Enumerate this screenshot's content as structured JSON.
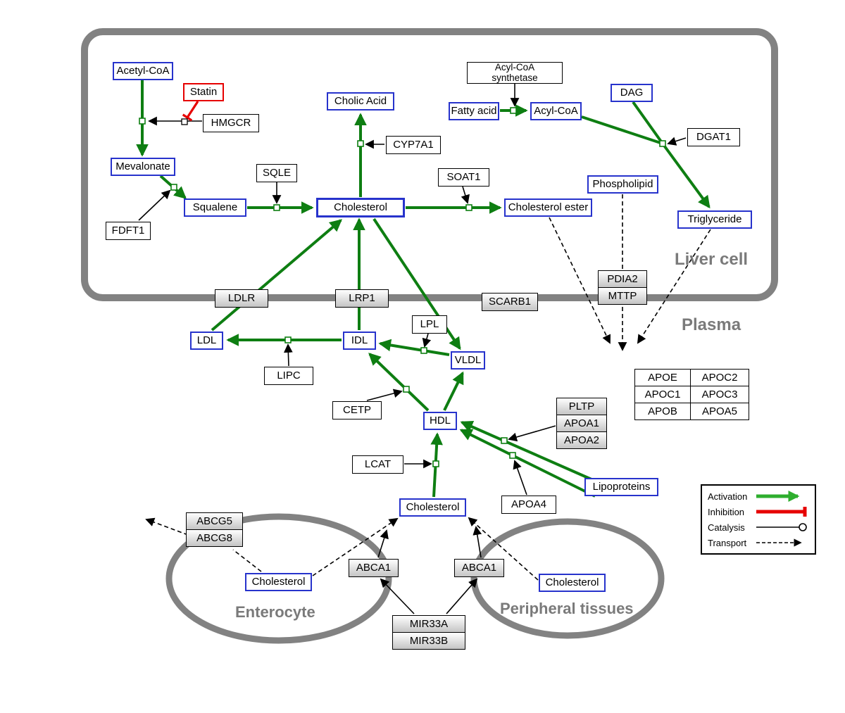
{
  "colors": {
    "activation_green": "#2eae2e",
    "edge_green": "#0e7e12",
    "inhibition_red": "#e60000",
    "metabolite_border_blue": "#2733cc",
    "membrane_gray": "#808080"
  },
  "compartments": {
    "liver_cell": "Liver cell",
    "plasma": "Plasma",
    "enterocyte": "Enterocyte",
    "peripheral_tissues": "Peripheral tissues"
  },
  "legend": {
    "activation": "Activation",
    "inhibition": "Inhibition",
    "catalysis": "Catalysis",
    "transport": "Transport"
  },
  "nodes": {
    "acetyl_coa": "Acetyl-CoA",
    "statin": "Statin",
    "hmgcr": "HMGCR",
    "mevalonate": "Mevalonate",
    "fdft1": "FDFT1",
    "squalene": "Squalene",
    "sqle": "SQLE",
    "cholesterol": "Cholesterol",
    "cholic_acid": "Cholic Acid",
    "cyp7a1": "CYP7A1",
    "soat1": "SOAT1",
    "cholesterol_ester": "Cholesterol ester",
    "fatty_acid": "Fatty acid",
    "acyl_coa_synthetase": "Acyl-CoA synthetase",
    "acyl_coa": "Acyl-CoA",
    "dag": "DAG",
    "dgat1": "DGAT1",
    "phospholipid": "Phospholipid",
    "triglyceride": "Triglyceride",
    "pdia2": "PDIA2",
    "mttp": "MTTP",
    "ldlr": "LDLR",
    "lrp1": "LRP1",
    "scarb1": "SCARB1",
    "lpl": "LPL",
    "ldl": "LDL",
    "idl": "IDL",
    "vldl": "VLDL",
    "lipc": "LIPC",
    "cetp": "CETP",
    "hdl": "HDL",
    "lcat": "LCAT",
    "pltp": "PLTP",
    "apoa1": "APOA1",
    "apoa2": "APOA2",
    "apoe": "APOE",
    "apoc1": "APOC1",
    "apob": "APOB",
    "apoc2": "APOC2",
    "apoc3": "APOC3",
    "apoa5": "APOA5",
    "lipoproteins": "Lipoproteins",
    "apoa4": "APOA4",
    "abcg5": "ABCG5",
    "abcg8": "ABCG8",
    "abca1": "ABCA1",
    "mir33a": "MIR33A",
    "mir33b": "MIR33B"
  }
}
